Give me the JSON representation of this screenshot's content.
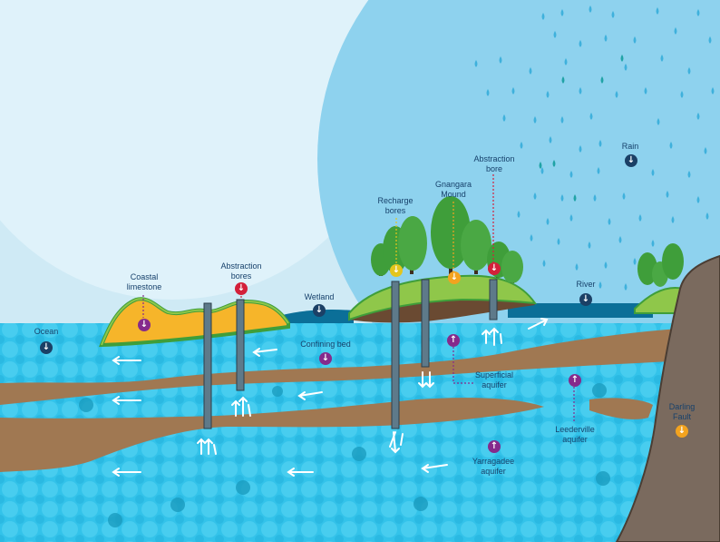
{
  "colors": {
    "sky_left": "#cfeaf5",
    "sky_right": "#8ed2ee",
    "ocean": "#0b6f98",
    "aquifer": "#33c3ea",
    "confining_bed": "#a07852",
    "limestone": "#f6b52a",
    "grass": "#8fc74a",
    "tree": "#3f9e3a",
    "escarpment": "#7a6a5e",
    "rain": "#3fb1dc",
    "icon_navy": "#1b4066",
    "icon_red": "#d3203a",
    "icon_yellow": "#e3c51d",
    "icon_orange": "#f3a31f",
    "icon_purple": "#852a8c"
  },
  "labels": {
    "ocean": "Ocean",
    "coastal_limestone": "Coastal\nlimestone",
    "abstraction_bores": "Abstraction\nbores",
    "wetland": "Wetland",
    "confining_bed": "Confining bed",
    "recharge_bores": "Recharge\nbores",
    "gnangara_mound": "Gnangara\nMound",
    "abstraction_bore": "Abstraction\nbore",
    "rain": "Rain",
    "river": "River",
    "superficial_aquifer": "Superficial\naquifer",
    "leederville_aquifer": "Leederville\naquifer",
    "yarragadee_aquifer": "Yarragadee\naquifer",
    "darling_fault": "Darling\nFault"
  },
  "icons": {
    "ocean": {
      "glyph": "↓",
      "icon": "arrow-down-icon",
      "color": "#1b4066"
    },
    "coastal_limestone": {
      "glyph": "↓",
      "icon": "arrow-down-icon",
      "color": "#852a8c"
    },
    "abstraction_bores": {
      "glyph": "↓",
      "icon": "arrow-down-icon",
      "color": "#d3203a"
    },
    "wetland": {
      "glyph": "↓",
      "icon": "arrow-down-icon",
      "color": "#1b4066"
    },
    "confining_bed": {
      "glyph": "↓",
      "icon": "arrow-down-icon",
      "color": "#852a8c"
    },
    "recharge_bores": {
      "glyph": "↓",
      "icon": "arrow-down-icon",
      "color": "#e3c51d"
    },
    "gnangara_mound": {
      "glyph": "↓",
      "icon": "arrow-down-icon",
      "color": "#f3a31f"
    },
    "abstraction_bore": {
      "glyph": "↓",
      "icon": "arrow-down-icon",
      "color": "#d3203a"
    },
    "rain": {
      "glyph": "↓",
      "icon": "arrow-down-icon",
      "color": "#1b4066"
    },
    "river": {
      "glyph": "↓",
      "icon": "arrow-down-icon",
      "color": "#1b4066"
    },
    "superficial_aquifer": {
      "glyph": "↑",
      "icon": "arrow-up-icon",
      "color": "#852a8c"
    },
    "leederville_aquifer": {
      "glyph": "↑",
      "icon": "arrow-up-icon",
      "color": "#852a8c"
    },
    "yarragadee_aquifer": {
      "glyph": "↑",
      "icon": "arrow-up-icon",
      "color": "#852a8c"
    },
    "darling_fault": {
      "glyph": "↓",
      "icon": "arrow-down-icon",
      "color": "#f3a31f"
    }
  }
}
